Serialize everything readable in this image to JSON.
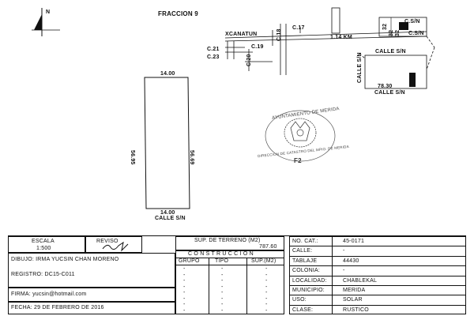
{
  "map": {
    "title": "FRACCION 9",
    "north": "N",
    "area_location": "1.14 KM",
    "labels": {
      "xcanatun": "XCANATUN",
      "c17": "C.17",
      "c19": "C.19",
      "c21": "C.21",
      "c23": "C.23",
      "c18": "C.18",
      "c20": "C.20",
      "csn_top": "C.S/N",
      "csn_mid": "C.S/N",
      "csn_side": "CALLE S/N",
      "calle_sn_right": "CALLE S/N",
      "calle_sn_bottom_right": "CALLE S/N",
      "dim_7830": "78.30",
      "dim_2": "32",
      "dim_3": "32",
      "dim_4": "32"
    }
  },
  "lot": {
    "top_width": "14.00",
    "bottom_width": "14.00",
    "left_side": "56.95",
    "right_side": "56.69",
    "street": "CALLE S/N"
  },
  "seal": {
    "text": "AYUNTAMIENTO DE MERIDA",
    "sub": "DIRECCION DE CATASTRO DEL MPIO. DE MERIDA",
    "mark": "F2"
  },
  "form": {
    "escala_label": "ESCALA",
    "escala_value": "1:500",
    "reviso_label": "REVISO",
    "sup_terreno_label": "SUP. DE TERRENO (M2)",
    "sup_terreno_value": "787.60",
    "construccion_label": "C O N S T R U C C I O N",
    "col_grupo": "GRUPO",
    "col_tipo": "TIPO",
    "col_sup": "SUP.(M2)",
    "dibujo": "DIBUJO: IRMA YUCSIN CHAN MORENO",
    "registro": "REGISTRO: DC15-C011",
    "firma": "FIRMA: yucsin@hotmail.com",
    "fecha": "FECHA: 29 DE FEBRERO DE 2016",
    "dash": "-",
    "fields": [
      {
        "label": "NO. CAT.:",
        "value": "45-0171"
      },
      {
        "label": "CALLE:",
        "value": "-"
      },
      {
        "label": "TABLAJE",
        "value": "44430"
      },
      {
        "label": "COLONIA:",
        "value": "-"
      },
      {
        "label": "LOCALIDAD:",
        "value": "CHABLEKAL"
      },
      {
        "label": "MUNICIPIO:",
        "value": "MERIDA"
      },
      {
        "label": "USO:",
        "value": "SOLAR"
      },
      {
        "label": "CLASE:",
        "value": "RUSTICO"
      }
    ]
  }
}
